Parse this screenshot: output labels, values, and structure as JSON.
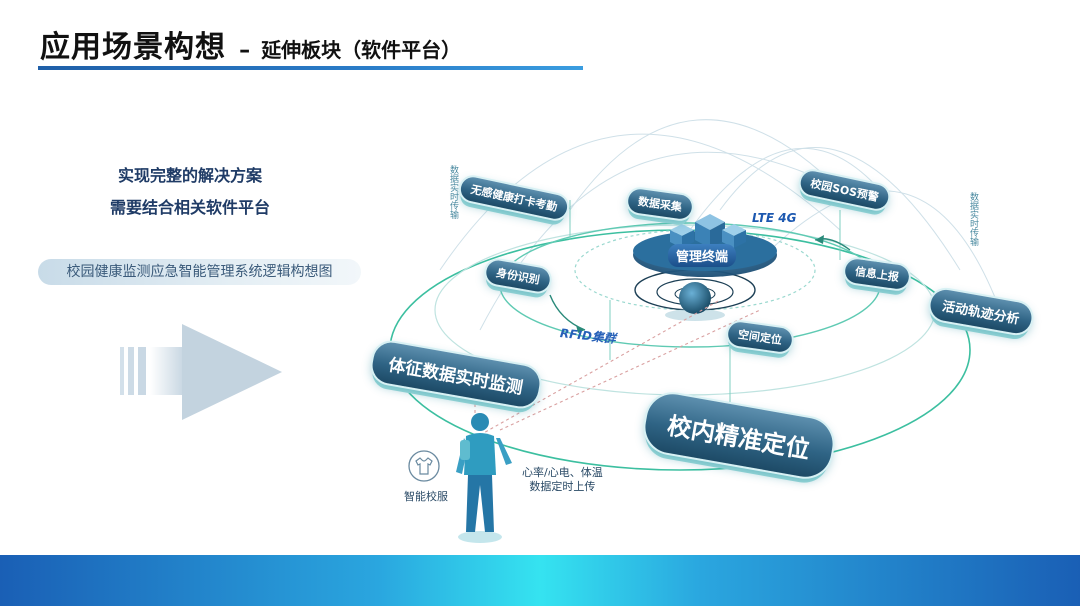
{
  "header": {
    "title": "应用场景构想",
    "dash": "–",
    "subtitle": "延伸板块（软件平台）"
  },
  "intro": {
    "line1": "实现完整的解决方案",
    "line2": "需要结合相关软件平台"
  },
  "caption": "校园健康监测应急智能管理系统逻辑构想图",
  "diagram": {
    "hub": "管理终端",
    "nodes": {
      "health_checkin": "无感健康打卡考勤",
      "data_collect": "数据采集",
      "sos": "校园SOS预警",
      "identity": "身份识别",
      "info_report": "信息上报",
      "activity_track": "活动轨迹分析",
      "space_locate": "空间定位",
      "vital_monitor": "体征数据实时监测",
      "campus_locate": "校内精准定位"
    },
    "network_labels": {
      "lte": "LTE 4G",
      "rfid": "RFID集群"
    },
    "side_text_left": "数据实时传输",
    "side_text_right": "数据实时传输",
    "wearer_note_line1": "心率/心电、体温",
    "wearer_note_line2": "数据定时上传",
    "shirt_label": "智能校服"
  },
  "colors": {
    "title_rule": "#1f5fa8",
    "intro_text": "#1f3b66",
    "pill_top": "#5d8fae",
    "pill_bottom": "#1d4a66",
    "orbit": "#3cbfa0",
    "band_center": "#35e3f0",
    "band_edge": "#1a5fb5"
  },
  "icons": [
    "tshirt-icon",
    "student-figure",
    "arrow-right-icon",
    "globe-icon",
    "server-cubes-icon"
  ]
}
